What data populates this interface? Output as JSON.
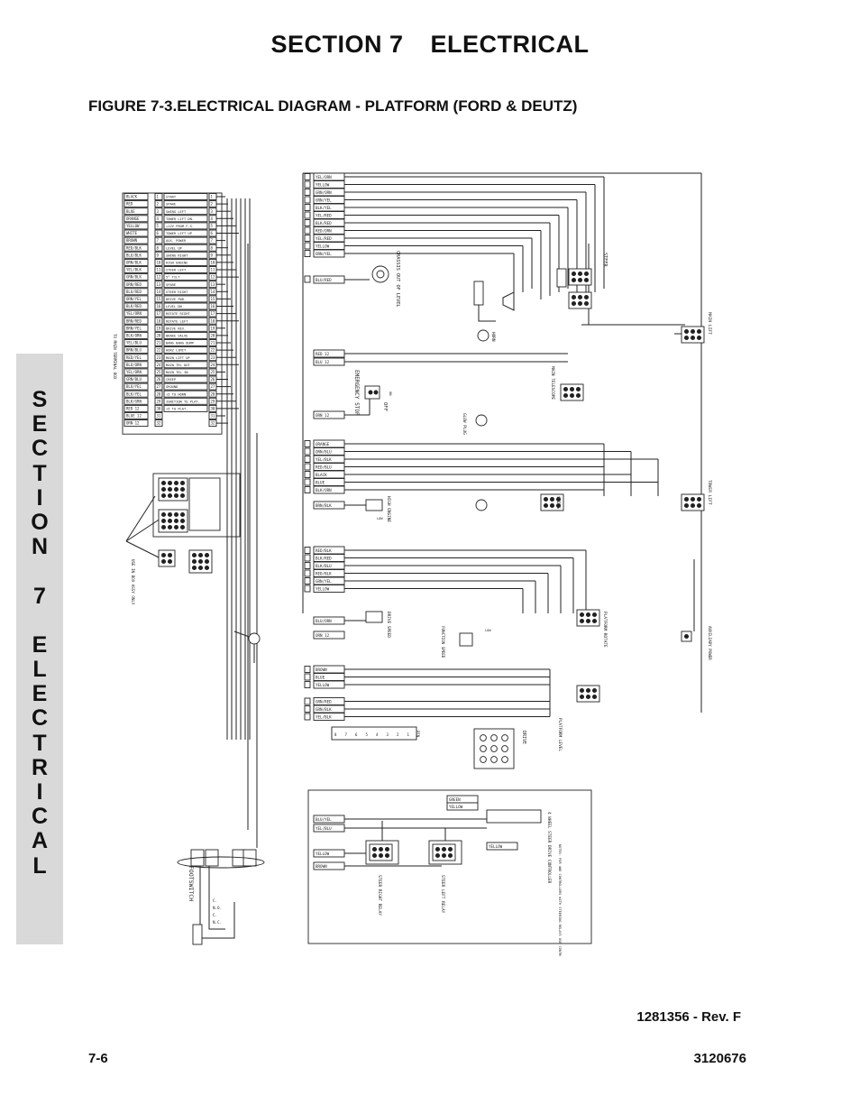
{
  "header": {
    "section_label": "SECTION 7",
    "section_title": "ELECTRICAL",
    "figure_title": "FIGURE 7-3.ELECTRICAL DIAGRAM - PLATFORM (FORD & DEUTZ)"
  },
  "side_tab": {
    "letters": [
      "S",
      "E",
      "C",
      "T",
      "I",
      "O",
      "N",
      " ",
      "7",
      " ",
      "E",
      "L",
      "E",
      "C",
      "T",
      "R",
      "I",
      "C",
      "A",
      "L"
    ],
    "background": "#d9d9d9"
  },
  "diagram": {
    "left_terminal_wires": [
      "BLACK",
      "RED",
      "BLUE",
      "ORANGE",
      "YELLOW",
      "WHITE",
      "BROWN",
      "RED/BLK",
      "BLU/BLK",
      "ORN/BLK",
      "YEL/BLK",
      "GRN/BLK",
      "ORN/RED",
      "BLU/RED",
      "ORN/YEL",
      "BLK/RED",
      "YEL/ORN",
      "BRN/RED",
      "BRN/YEL",
      "BLK/ORN",
      "YEL/BLU",
      "BRN/BLU",
      "RED/YEL",
      "BLU/ORN",
      "YEL/ORN",
      "GRN/BLU",
      "BLU/YEL",
      "BLK/YEL",
      "BLK/GRN",
      "RED 12",
      "BLUE 12",
      "ORN 12"
    ],
    "left_terminal_functions": [
      "START",
      "SPARE",
      "SWING LEFT",
      "TOWER LIFT DN.",
      "+12V FROM F.S.",
      "TOWER LIFT UP",
      "AUX. POWER",
      "LEVEL UP",
      "SWING RIGHT",
      "HIGH ENGINE",
      "STEER LEFT",
      "5° TILT",
      "SPARE",
      "STEER RIGHT",
      "DRIVE FWD.",
      "LEVEL DN",
      "ROTATE RIGHT",
      "ROTATE LEFT",
      "DRIVE REV.",
      "BRAKE VALVE",
      "BANG BANG DUMP",
      "HORZ LIMIT",
      "MAIN LIFT UP",
      "MAIN TEL OUT",
      "MAIN TEL IN",
      "CREEP",
      "GROUND",
      "+5 TO HORN",
      "IGNITION TO PLAT.",
      "+5 TO PLAT."
    ],
    "top_wires": [
      "YEL/ORN",
      "YELLOW",
      "GRN/ORN",
      "GRN/YEL",
      "BLK/YEL",
      "YEL/RED",
      "BLK/RED",
      "RED/ORN",
      "YEL/RED",
      "YELLOW",
      "ORN/YEL"
    ],
    "mid_wires_a": [
      "ORANGE",
      "ORN/BLU",
      "YEL/BLK",
      "RED/BLU",
      "BLACK",
      "BLUE",
      "BLK/ORN"
    ],
    "mid_wires_b": [
      "RED/BLK",
      "BLK/RED",
      "BLK/BLU",
      "RED/BLK",
      "GRN/YEL",
      "YELLOW"
    ],
    "bottom_wires": [
      "BROWN",
      "BLUE",
      "YELLOW",
      "GRN/RED",
      "GRN/BLK",
      "YEL/BLK"
    ],
    "labels": {
      "chassis_tilt": "CHASSIS OUT OF LEVEL",
      "horn": "HORN",
      "steer": "STEER",
      "main_lift": "MAIN LIFT",
      "emergency_stop": "EMERGENCY STOP",
      "off": "OFF",
      "on": "ON",
      "main_telescope": "MAIN TELESCOPE",
      "glow_plug": "GLOW PLUG",
      "swing": "SWING",
      "tower_lift": "TOWER LIFT",
      "high_engine": "HIGH ENGINE",
      "drive_speed": "DRIVE SPEED",
      "function_speed": "FUNCTION SPEED",
      "platform_rotate": "PLATFORM ROTATE",
      "auxiliary_power": "AUXILIARY POWER",
      "platform_level": "PLATFORM LEVEL",
      "drive": "DRIVE",
      "footswitch": "FOOTSWITCH",
      "steer_right_relay": "STEER RIGHT RELAY",
      "steer_left_relay": "STEER LEFT RELAY",
      "four_wheel_steer": "4 WHEEL STEER DRIVE CONTROLLER",
      "notes": "NOTES: FOR 4WD CONTROLLERS WITH STEERING RELAYS USE CONTROLLER 1001099",
      "terminal_box": "TO MAIN TERMINAL BOX",
      "box_assy": "USE IN BOX ASSY ONLY",
      "pin": "PIN"
    }
  },
  "footer": {
    "revision": "1281356 - Rev. F",
    "page_number": "7-6",
    "doc_number": "3120676"
  }
}
